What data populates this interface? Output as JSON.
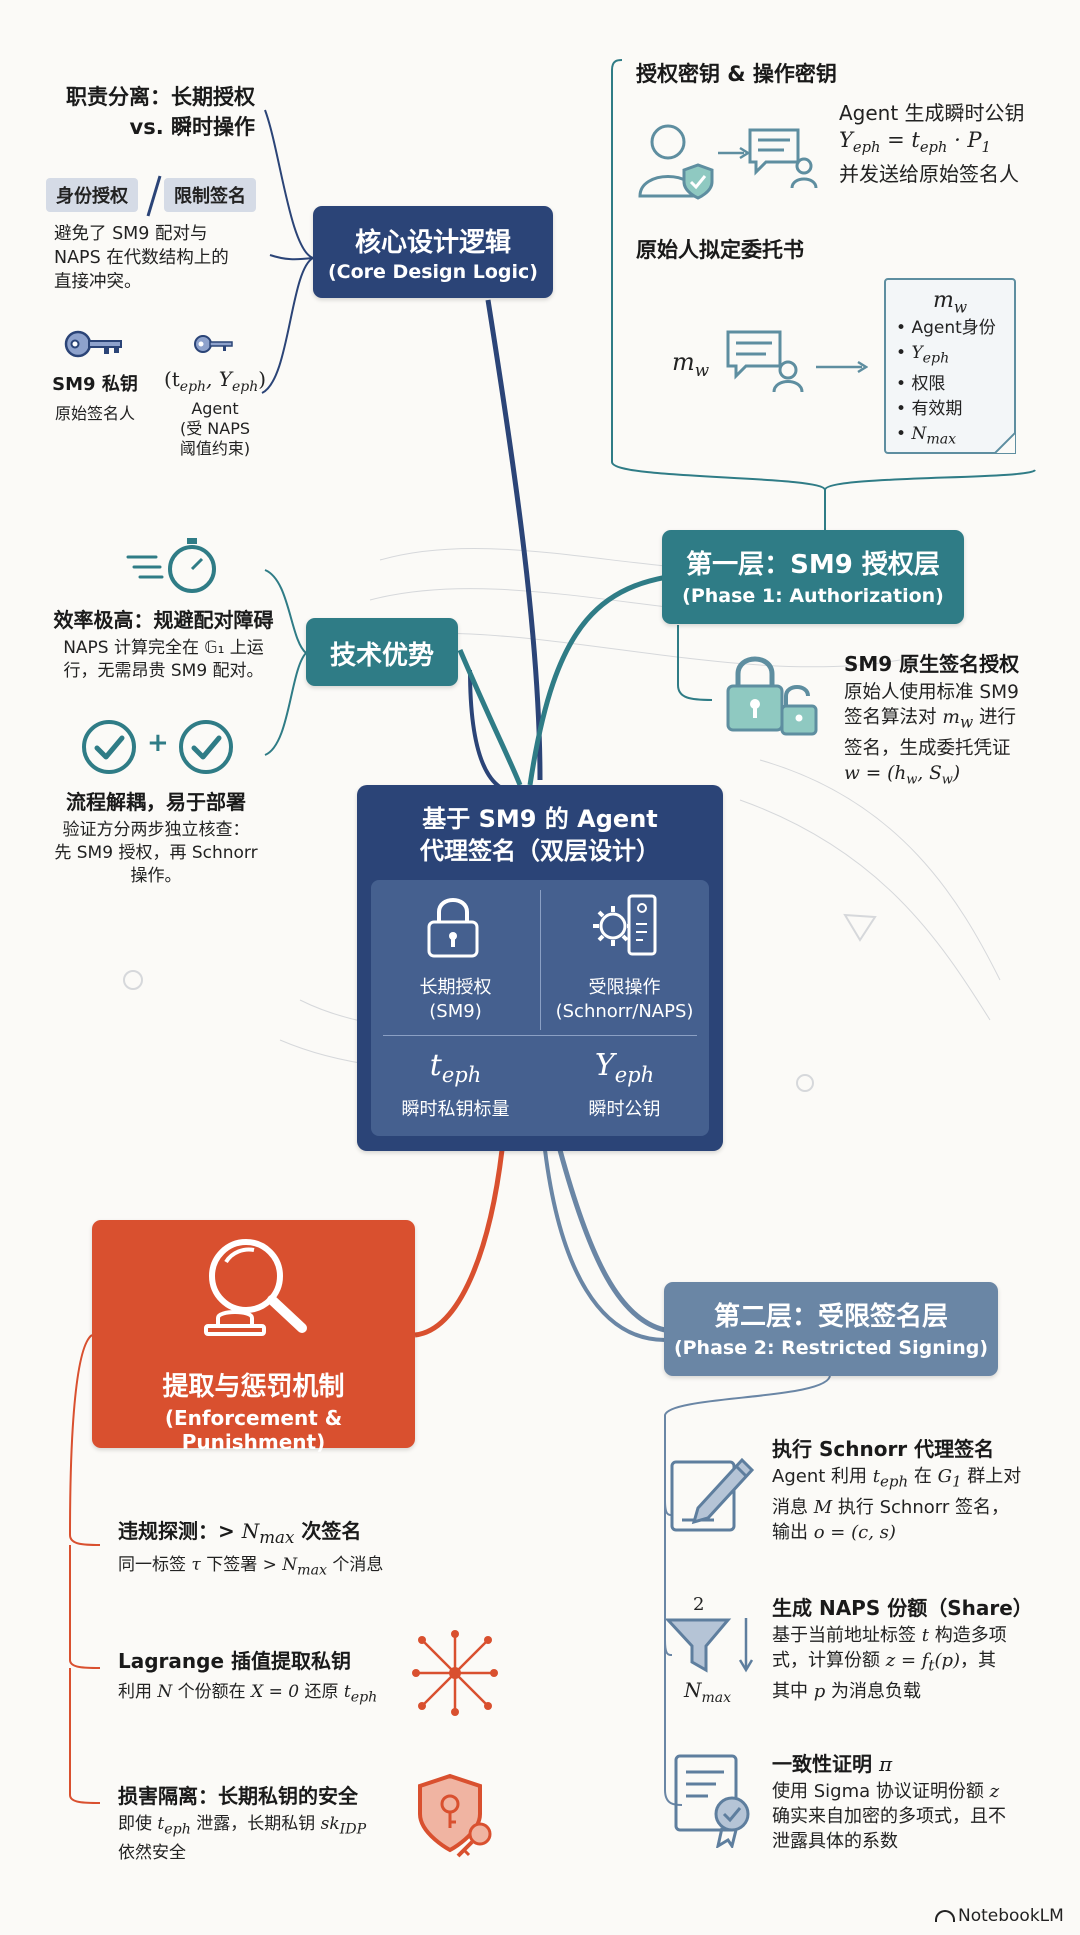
{
  "central": {
    "title_line1": "基于 SM9 的 Agent",
    "title_line2": "代理签名（双层设计）",
    "left_label_1": "长期授权",
    "left_label_2": "(SM9)",
    "right_label_1": "受限操作",
    "right_label_2": "(Schnorr/NAPS)",
    "teph_symbol": "t",
    "teph_sub": "eph",
    "teph_label": "瞬时私钥标量",
    "yeph_symbol": "Y",
    "yeph_sub": "eph",
    "yeph_label": "瞬时公钥"
  },
  "core": {
    "title_cn": "核心设计逻辑",
    "title_en": "(Core Design Logic)",
    "sep_title_1": "职责分离：长期授权",
    "sep_title_2": "vs. 瞬时操作",
    "pill_left": "身份授权",
    "pill_right": "限制签名",
    "desc_1": "避免了 SM9 配对与",
    "desc_2": "NAPS 在代数结构上的",
    "desc_3": "直接冲突。",
    "key1_title": "SM9 私钥",
    "key1_sub": "原始签名人",
    "key2_title": "(t",
    "key2_title_sub": "eph",
    "key2_title_mid": ", Y",
    "key2_title_end": ")",
    "key2_sub_1": "Agent",
    "key2_sub_2": "(受 NAPS",
    "key2_sub_3": "阈值约束)"
  },
  "advantage": {
    "title": "技术优势",
    "eff_title": "效率极高：规避配对障碍",
    "eff_desc_1": "NAPS 计算完全在 𝔾₁ 上运",
    "eff_desc_2": "行，无需昂贵 SM9 配对。",
    "plus": "+",
    "flow_title": "流程解耦，易于部署",
    "flow_desc_1": "验证方分两步独立核查：",
    "flow_desc_2": "先 SM9 授权，再 Schnorr",
    "flow_desc_3": "操作。"
  },
  "phase1": {
    "title_cn": "第一层：SM9 授权层",
    "title_en": "(Phase 1: Authorization)",
    "keys_title": "授权密钥 & 操作密钥",
    "agent_line1": "Agent 生成瞬时公钥",
    "agent_eq": "Y",
    "agent_eq_sub": "eph",
    "agent_eq_rest": " = t",
    "agent_eq_sub2": "eph",
    "agent_eq_end": " · P",
    "agent_eq_sub3": "1",
    "agent_line3": "并发送给原始签名人",
    "warrant_title": "原始人拟定委托书",
    "mw_symbol": "m",
    "mw_sub": "w",
    "doc_title": "m",
    "doc_title_sub": "w",
    "doc_items": [
      "Agent身份",
      "Y",
      "权限",
      "有效期",
      "N"
    ],
    "doc_item_subs": [
      "",
      "eph",
      "",
      "",
      "max"
    ],
    "sig_title": "SM9 原生签名授权",
    "sig_line1": "原始人使用标准 SM9",
    "sig_line2a": "签名算法对 ",
    "sig_line2_m": "m",
    "sig_line2_sub": "w",
    "sig_line2b": " 进行",
    "sig_line3": "签名，生成委托凭证",
    "sig_line4": "w = (h",
    "sig_line4_sub": "w",
    "sig_line4_mid": ", S",
    "sig_line4_sub2": "w",
    "sig_line4_end": ")"
  },
  "phase2": {
    "title_cn": "第二层：受限签名层",
    "title_en": "(Phase 2: Restricted Signing)",
    "exec_title": "执行 Schnorr 代理签名",
    "exec_line1a": "Agent 利用 ",
    "exec_line1_t": "t",
    "exec_line1_sub": "eph",
    "exec_line1b": " 在 ",
    "exec_line1_g": "G",
    "exec_line1_gsub": "1",
    "exec_line1c": " 群上对",
    "exec_line2a": "消息 ",
    "exec_line2_m": "M",
    "exec_line2b": " 执行 Schnorr 签名，",
    "exec_line3a": "输出 ",
    "exec_line3_o": "o = (c, s)",
    "naps_title": "生成 NAPS 份额（Share）",
    "naps_line1a": "基于当前地址标签 ",
    "naps_line1_t": "t",
    "naps_line1b": " 构造多项",
    "naps_line2a": "式，计算份额 ",
    "naps_line2_z": "z = f",
    "naps_line2_sub": "t",
    "naps_line2_end": "(p)",
    "naps_line2b": "，其",
    "naps_line3a": "其中 ",
    "naps_line3_p": "p",
    "naps_line3b": " 为消息负载",
    "funnel_top": "2",
    "funnel_bottom": "N",
    "funnel_bottom_sub": "max",
    "proof_title": "一致性证明 ",
    "proof_pi": "π",
    "proof_line1a": "使用 Sigma 协议证明份额 ",
    "proof_line1_z": "z",
    "proof_line2": "确实来自加密的多项式，且不",
    "proof_line3": "泄露具体的系数"
  },
  "enforce": {
    "title_cn": "提取与惩罚机制",
    "title_en": "(Enforcement & Punishment)",
    "detect_title_a": "违规探测：> ",
    "detect_title_n": "N",
    "detect_title_sub": "max",
    "detect_title_b": " 次签名",
    "detect_line_a": "同一标签 ",
    "detect_line_tau": "τ",
    "detect_line_b": " 下签署 > ",
    "detect_line_n": "N",
    "detect_line_sub": "max",
    "detect_line_c": " 个消息",
    "lag_title": "Lagrange 插值提取私钥",
    "lag_line_a": "利用 ",
    "lag_line_n": "N",
    "lag_line_b": " 个份额在 ",
    "lag_line_x": "X = 0",
    "lag_line_c": " 还原 ",
    "lag_line_t": "t",
    "lag_line_sub": "eph",
    "iso_title": "损害隔离：长期私钥的安全",
    "iso_line1a": "即使 ",
    "iso_line1_t": "t",
    "iso_line1_sub": "eph",
    "iso_line1b": " 泄露，长期私钥 ",
    "iso_line1_sk": "sk",
    "iso_line1_sksub": "IDP",
    "iso_line2": "依然安全"
  },
  "watermark": "NotebookLM",
  "colors": {
    "navy": "#2b4477",
    "teal": "#2f7c86",
    "slate": "#6a86a5",
    "red": "#d9502f",
    "icon_teal": "#5e8ea0"
  }
}
